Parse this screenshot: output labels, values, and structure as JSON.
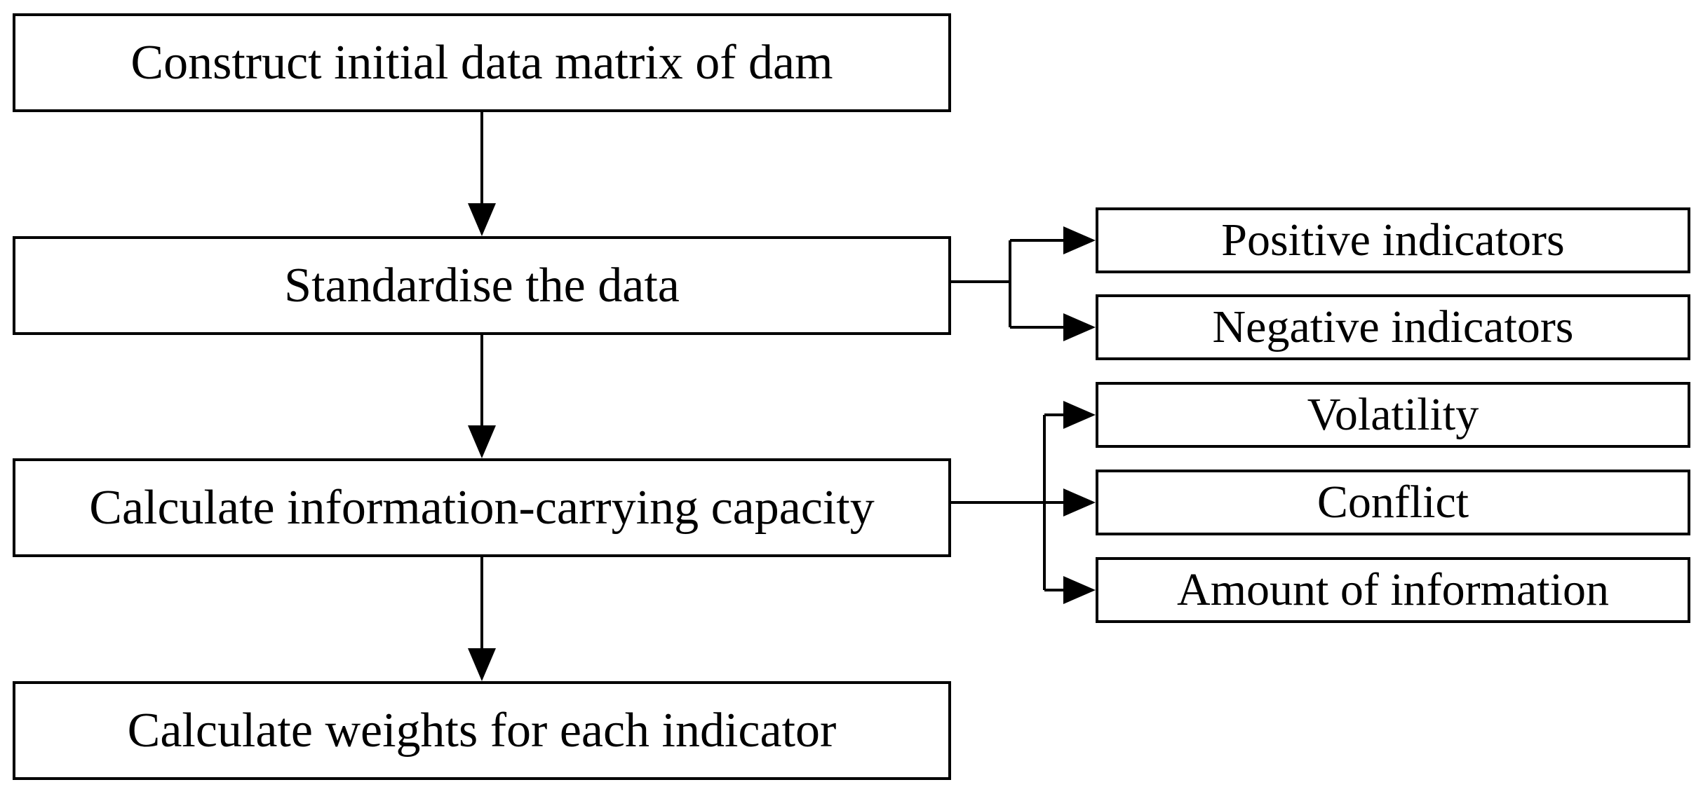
{
  "diagram": {
    "main_steps": [
      {
        "label": "Construct initial data matrix of dam"
      },
      {
        "label": "Standardise the data"
      },
      {
        "label": "Calculate information-carrying capacity"
      },
      {
        "label": "Calculate weights for each indicator"
      }
    ],
    "standardise_branches": [
      {
        "label": "Positive indicators"
      },
      {
        "label": "Negative indicators"
      }
    ],
    "capacity_branches": [
      {
        "label": "Volatility"
      },
      {
        "label": "Conflict"
      },
      {
        "label": "Amount of information"
      }
    ]
  },
  "colors": {
    "stroke": "#000000",
    "background": "#ffffff"
  }
}
